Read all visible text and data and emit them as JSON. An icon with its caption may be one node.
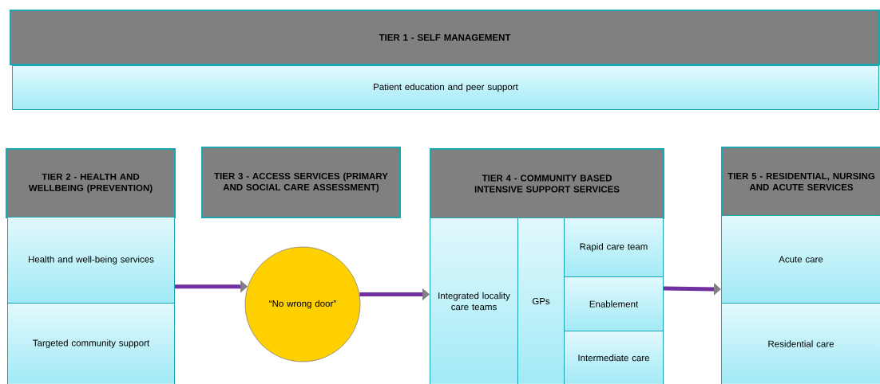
{
  "diagram": {
    "nodes": [
      {
        "text": [
          "TIER 1 - SELF MANAGEMENT"
        ]
      },
      {
        "text": [
          "Patient education and peer support"
        ]
      },
      {
        "text": [
          "TIER 2 - HEALTH AND WELLBEING (PREVENTION)"
        ]
      },
      {
        "text": [
          "Health and well-being services"
        ]
      },
      {
        "text": [
          "Targeted community support"
        ]
      },
      {
        "text": [
          "TIER 3 - ACCESS SERVICES (PRIMARY AND SOCIAL CARE ASSESSMENT)"
        ]
      },
      {
        "text": [
          "“No wrong door”"
        ]
      },
      {
        "text": [
          "TIER 4 - COMMUNITY BASED INTENSIVE SUPPORT SERVICES"
        ]
      },
      {
        "text": [
          "Integrated locality care teams"
        ]
      },
      {
        "text": [
          "GPs"
        ]
      },
      {
        "text": [
          "Rapid care team"
        ]
      },
      {
        "text": [
          "Enablement"
        ]
      },
      {
        "text": [
          "Intermediate care"
        ]
      },
      {
        "text": [
          "TIER 5 - RESIDENTIAL, NURSING AND ACUTE SERVICES"
        ]
      },
      {
        "text": [
          "Acute care"
        ]
      },
      {
        "text": [
          "Residential care"
        ]
      }
    ],
    "edges": [
      {
        "from": 3,
        "to": 6,
        "arrow": "to"
      },
      {
        "from": 6,
        "to": 8,
        "arrow": "to"
      },
      {
        "from": 11,
        "to": 14,
        "arrow": "to"
      }
    ]
  }
}
